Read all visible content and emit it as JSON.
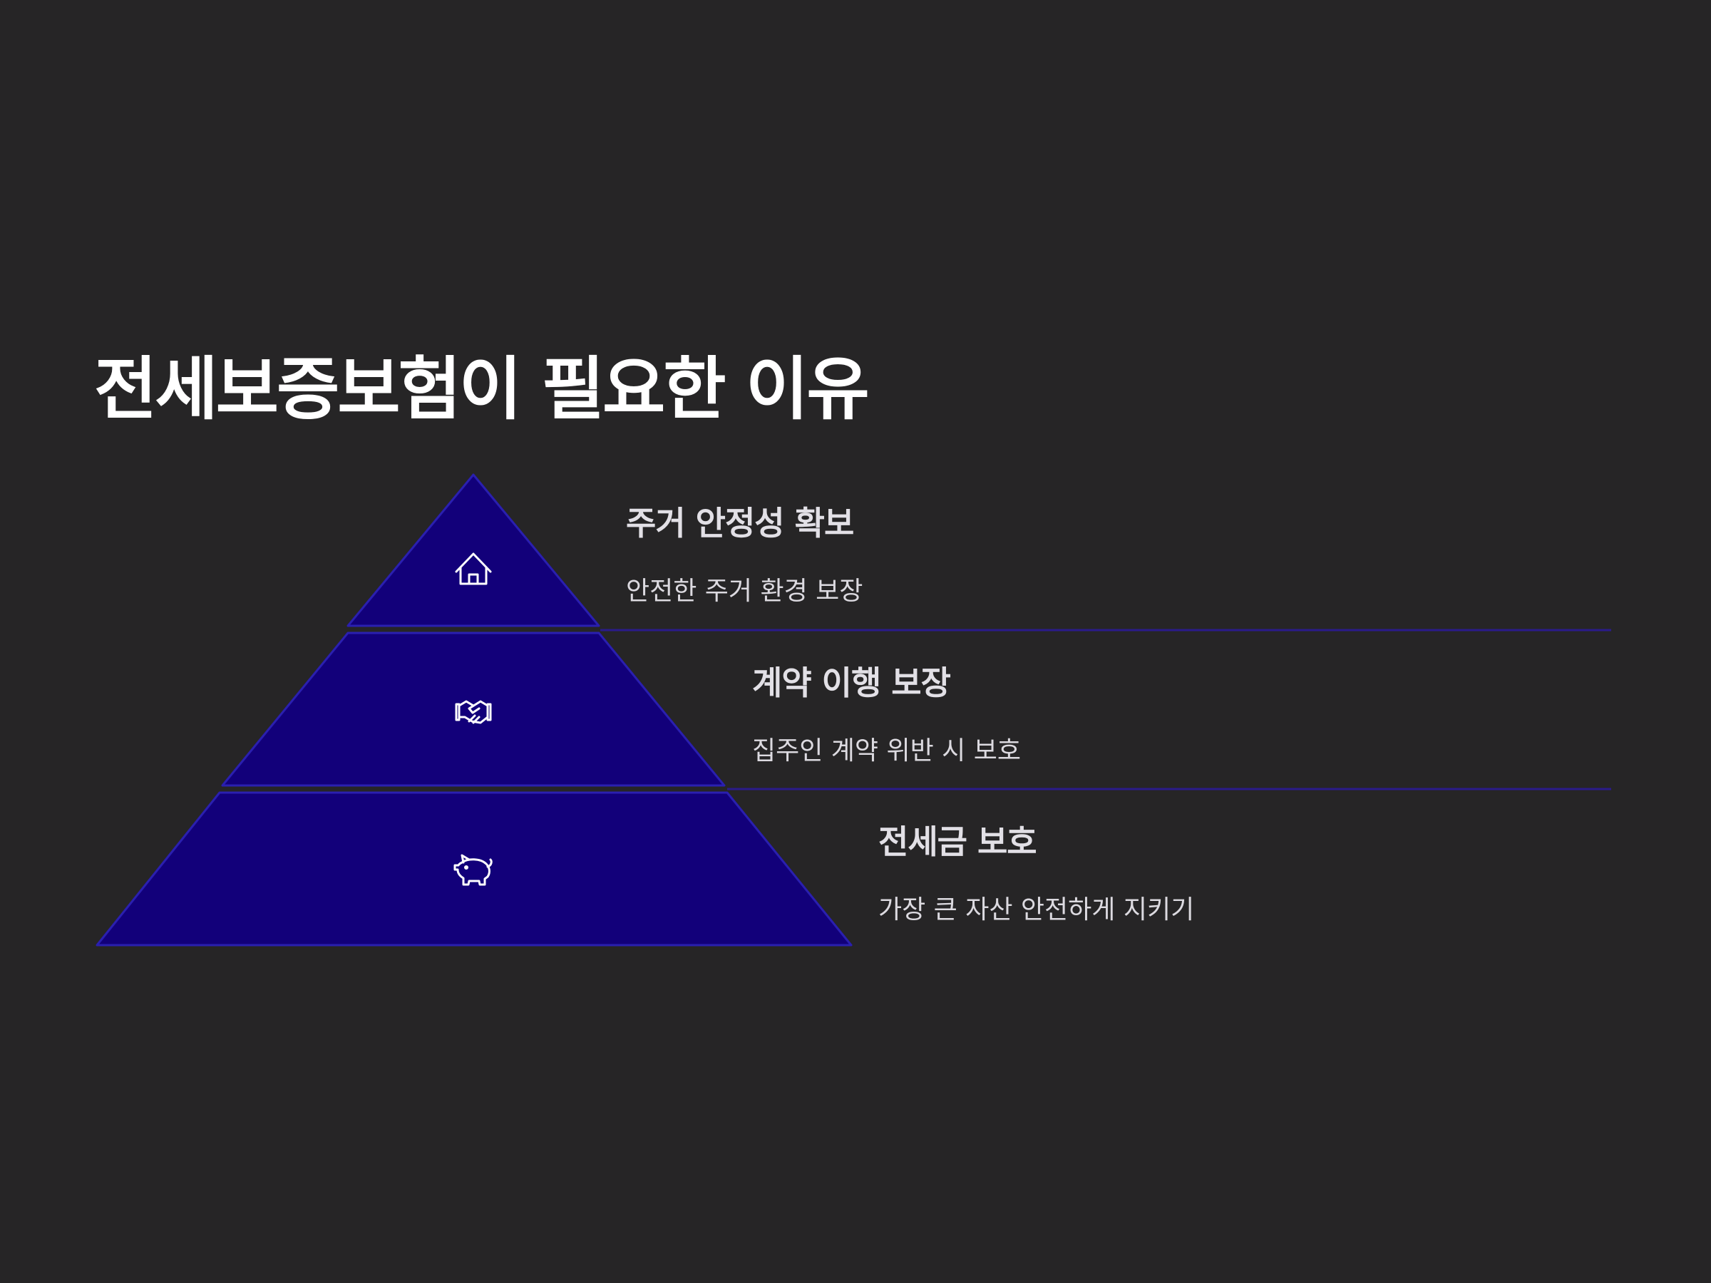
{
  "title": "전세보증보험이 필요한 이유",
  "colors": {
    "background": "#262526",
    "pyramid_fill": "#12007a",
    "pyramid_stroke": "#2a1fb0",
    "divider": "#2a1b8a",
    "text": "#ffffff"
  },
  "levels": [
    {
      "heading": "주거 안정성 확보",
      "description": "안전한 주거 환경 보장",
      "icon": "house-icon"
    },
    {
      "heading": "계약 이행 보장",
      "description": "집주인 계약 위반 시 보호",
      "icon": "handshake-icon"
    },
    {
      "heading": "전세금 보호",
      "description": "가장 큰 자산 안전하게 지키기",
      "icon": "piggy-bank-icon"
    }
  ]
}
